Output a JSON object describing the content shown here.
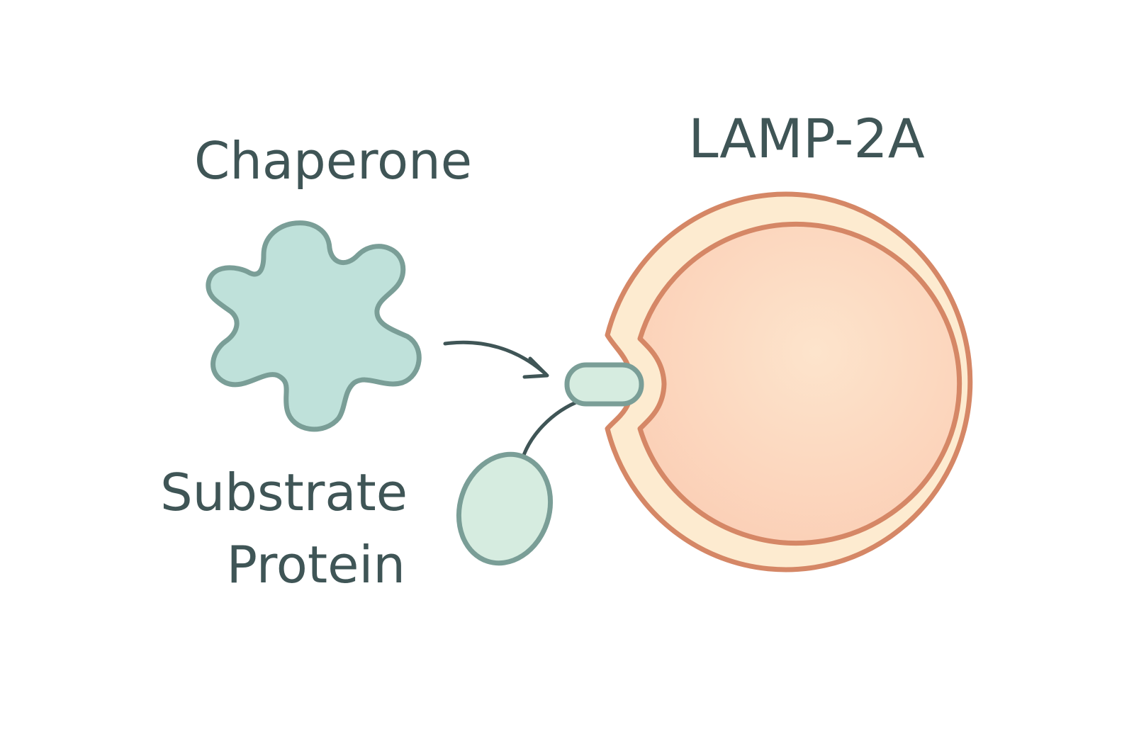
{
  "labels": {
    "chaperone": "Chaperone",
    "substrate_line1": "Substrate",
    "substrate_line2": "Protein",
    "lamp": "LAMP-2A"
  },
  "colors": {
    "background": "#ffffff",
    "text": "#3f5556",
    "chaperone_fill": "#bfe1da",
    "chaperone_stroke": "#7a9e97",
    "substrate_fill": "#d6ece0",
    "substrate_stroke": "#7a9e97",
    "receptor_fill": "#d6ece0",
    "lysosome_outer_fill": "#fdebd0",
    "lysosome_inner_fill": "#fcd6bd",
    "lysosome_stroke": "#d58766",
    "arrow": "#3f5556"
  }
}
